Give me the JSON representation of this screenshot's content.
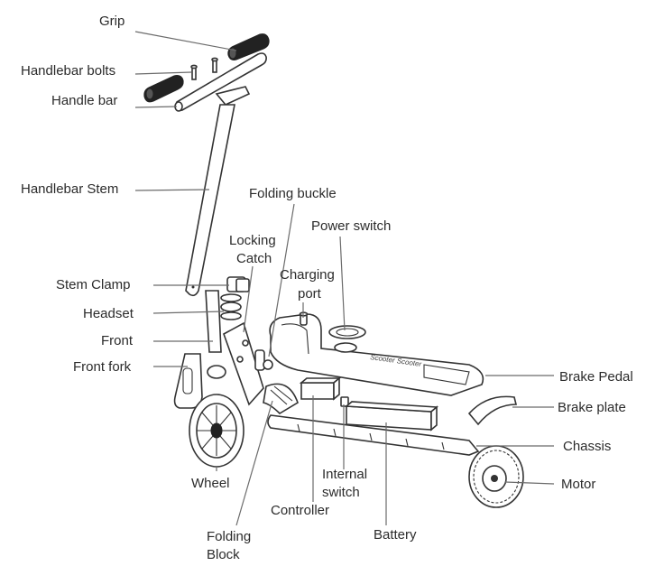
{
  "labels": {
    "grip": "Grip",
    "handlebar_bolts": "Handlebar bolts",
    "handle_bar": "Handle bar",
    "handlebar_stem": "Handlebar Stem",
    "folding_buckle": "Folding buckle",
    "locking_catch_1": "Locking",
    "locking_catch_2": "Catch",
    "power_switch": "Power switch",
    "charging_port_1": "Charging",
    "charging_port_2": "port",
    "stem_clamp": "Stem Clamp",
    "headset": "Headset",
    "front": "Front",
    "front_fork": "Front fork",
    "brake_pedal": "Brake Pedal",
    "brake_plate": "Brake plate",
    "chassis": "Chassis",
    "wheel": "Wheel",
    "internal_switch_1": "Internal",
    "internal_switch_2": "switch",
    "motor": "Motor",
    "controller": "Controller",
    "folding_block_1": "Folding",
    "folding_block_2": "Block",
    "battery": "Battery"
  },
  "deck_text": "Scooter Scooter"
}
